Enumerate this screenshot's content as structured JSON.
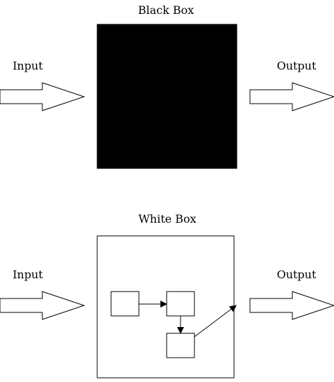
{
  "black_box": {
    "title": "Black Box",
    "input_label": "Input",
    "output_label": "Output",
    "fill_color": "#000000"
  },
  "white_box": {
    "title": "White Box",
    "input_label": "Input",
    "output_label": "Output",
    "fill_color": "#ffffff"
  }
}
